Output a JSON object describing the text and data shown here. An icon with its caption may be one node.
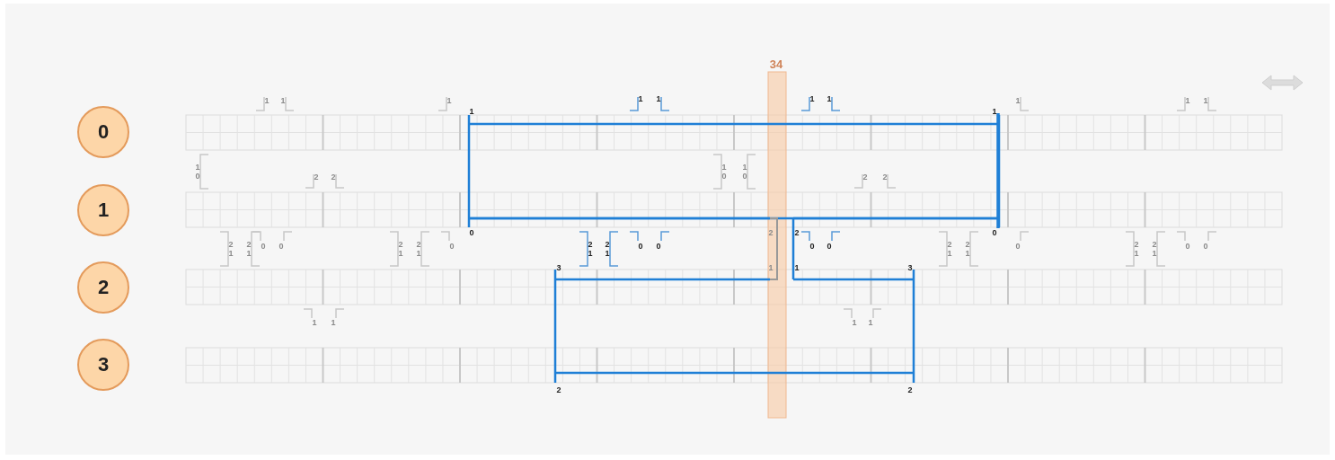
{
  "diagram": {
    "nodes": [
      {
        "text": [
          "0"
        ]
      },
      {
        "text": [
          "1"
        ]
      },
      {
        "text": [
          "2"
        ]
      },
      {
        "text": [
          "3"
        ]
      }
    ],
    "labels": [
      "34",
      "1",
      "1",
      "1",
      "1",
      "1",
      "1",
      "1",
      "1",
      "1",
      "1",
      "1",
      "1",
      "1",
      "0",
      "2",
      "2",
      "1",
      "0",
      "1",
      "0",
      "2",
      "2",
      "0",
      "2",
      "2",
      "0",
      "2",
      "1",
      "2",
      "1",
      "0",
      "0",
      "2",
      "1",
      "2",
      "1",
      "0",
      "2",
      "1",
      "2",
      "1",
      "0",
      "0",
      "0",
      "0",
      "2",
      "1",
      "2",
      "1",
      "0",
      "2",
      "1",
      "2",
      "1",
      "0",
      "0",
      "3",
      "1",
      "1",
      "3",
      "1",
      "1",
      "1",
      "1",
      "2",
      "2"
    ]
  }
}
